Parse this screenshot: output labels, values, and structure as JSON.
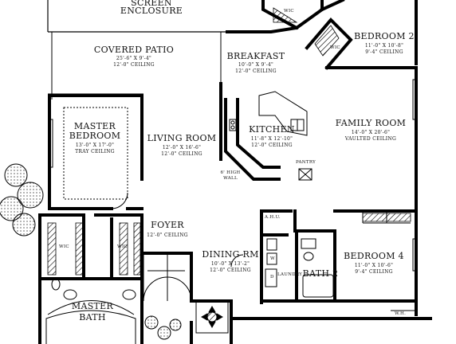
{
  "rooms": {
    "screen_enclosure": {
      "line1": "SCREEN",
      "line2": "ENCLOSURE"
    },
    "covered_patio": {
      "name": "COVERED PATIO",
      "dims": "25'-6\" X 9'-4\"",
      "ceiling": "12'-0\" CEILING"
    },
    "breakfast": {
      "name": "BREAKFAST",
      "dims": "10'-0\" X 9'-4\"",
      "ceiling": "12'-0\" CEILING"
    },
    "bedroom2": {
      "name": "BEDROOM 2",
      "dims": "11'-0\" X 10'-8\"",
      "ceiling": "9'-4\" CEILING"
    },
    "master_bedroom": {
      "line1": "MASTER",
      "line2": "BEDROOM",
      "dims": "13'-0\" X 17'-0\"",
      "ceiling": "TRAY CEILING"
    },
    "living_room": {
      "name": "LIVING ROOM",
      "dims": "12'-0\" X 16'-6\"",
      "ceiling": "12'-0\" CEILING"
    },
    "kitchen": {
      "name": "KITCHEN",
      "dims": "11'-8\" X 12'-10\"",
      "ceiling": "12'-0\" CEILING"
    },
    "family_room": {
      "name": "FAMILY ROOM",
      "dims": "14'-0\" X 20'-6\"",
      "ceiling": "VAULTED CEILING"
    },
    "foyer": {
      "name": "FOYER",
      "ceiling": "12'-0\" CEILING"
    },
    "dining_rm": {
      "name": "DINING RM",
      "dims": "10'-0\" X 13'-2\"",
      "ceiling": "12'-0\" CEILING"
    },
    "bedroom4": {
      "name": "BEDROOM 4",
      "dims": "11'-0\" X 10'-6\"",
      "ceiling": "9'-4\" CEILING"
    },
    "bath2": {
      "name": "BATH 2"
    },
    "laundry": {
      "name": "LAUNDRY"
    },
    "master_bath": {
      "line1": "MASTER",
      "line2": "BATH"
    }
  },
  "fixtures": {
    "wic": "WIC",
    "pantry": "PANTRY",
    "high_wall_line1": "6' HIGH",
    "high_wall_line2": "WALL",
    "ahu": "A.H.U.",
    "wh": "W.H.",
    "washer": "W",
    "dryer": "D"
  }
}
